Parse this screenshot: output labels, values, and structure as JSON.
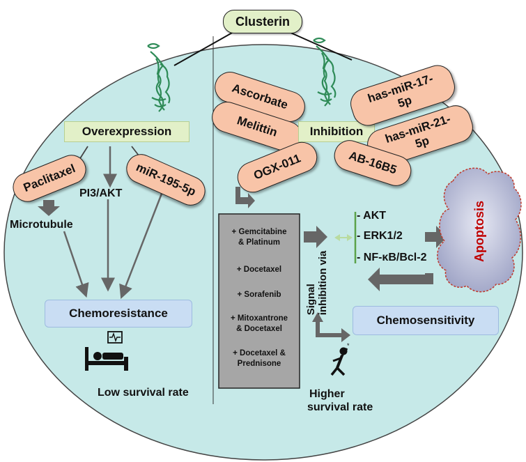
{
  "title": "Clusterin",
  "left": {
    "overexpression_label": "Overexpression",
    "paclitaxel": "Paclitaxel",
    "pi3akt": "PI3/AKT",
    "mir195": "miR-195-5p",
    "microtubule": "Microtubule",
    "chemoresistance": "Chemoresistance",
    "low_survival": "Low survival rate"
  },
  "right": {
    "inhibition_label": "Inhibition",
    "inhibitors": [
      "Ascorbate",
      "Melittin",
      "OGX-011",
      "AB-16B5"
    ],
    "mir17_line1": "has-miR-17-",
    "mir17_line2": "5p",
    "mir21_line1": "has-miR-21-",
    "mir21_line2": "5p",
    "combos": [
      [
        "+ Gemcitabine",
        "& Platinum"
      ],
      [
        "+ Docetaxel"
      ],
      [
        "+ Sorafenib"
      ],
      [
        "+ Mitoxantrone",
        "& Docetaxel"
      ],
      [
        "+ Docetaxel &",
        "Prednisone"
      ]
    ],
    "signal_line1": "Signal",
    "signal_line2": "inhibition via",
    "pathways": [
      "- AKT",
      "- ERK1/2",
      "- NF-κB/Bcl-2"
    ],
    "apoptosis": "Apoptosis",
    "chemosensitivity": "Chemosensitivity",
    "higher_survival_line1": "Higher",
    "higher_survival_line2": "survival rate"
  },
  "colors": {
    "circle_fill": "#c6e9e8",
    "pill_fill": "#f8c4a8",
    "green_box": "#e2f0c8",
    "blue_box": "#c9ddf3",
    "grey_box": "#a6a6a6",
    "arrow_grey": "#666666",
    "apoptosis_text": "#c00000",
    "cloud_fill": "#b9bcd6",
    "protein": "#2e8b57"
  }
}
